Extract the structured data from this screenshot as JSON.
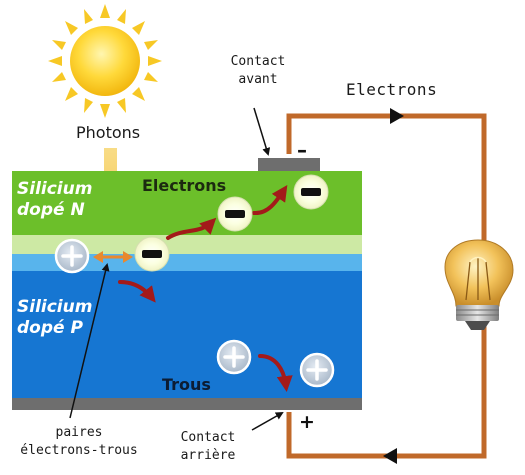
{
  "diagram": {
    "photons_label": "Photons",
    "contact_front_label": [
      "Contact",
      "avant"
    ],
    "contact_back_label": [
      "Contact",
      "arrière"
    ],
    "circuit_electrons_label": "Electrons",
    "layer_n_label": [
      "Silicium",
      "dopé N"
    ],
    "layer_p_label": [
      "Silicium",
      "dopé P"
    ],
    "electrons_label": "Electrons",
    "holes_label": "Trous",
    "pairs_label": [
      "paires",
      "électrons-trous"
    ],
    "minus_sign": "–",
    "plus_sign": "+",
    "colors": {
      "n_layer": "#6cbf2a",
      "junction_light": "#cde9a4",
      "junction_blue": "#58b4ec",
      "p_layer": "#1676d2",
      "contact": "#6e6e6e",
      "wire": "#c0692a",
      "sun": "#f7c61a",
      "photon_beam": "#f8d170",
      "arrow_red": "#a31a1a",
      "arrow_orange": "#e8892e"
    }
  }
}
